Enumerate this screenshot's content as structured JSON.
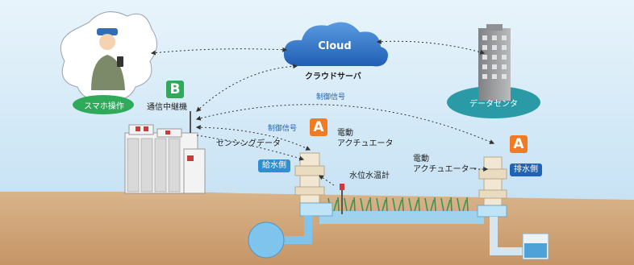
{
  "cloud": {
    "label": "Cloud",
    "caption": "クラウドサーバ"
  },
  "smartphone": {
    "label": "スマホ操作"
  },
  "datacenter": {
    "label": "データセンタ"
  },
  "repeater": {
    "badge": "B",
    "label": "通信中継機"
  },
  "supply_side": {
    "badge": "A",
    "actuator_label_1": "電動",
    "actuator_label_2": "アクチュエータ",
    "tag": "給水側"
  },
  "drain_side": {
    "badge": "A",
    "actuator_label_1": "電動",
    "actuator_label_2": "アクチュエーター",
    "tag": "排水側"
  },
  "signals": {
    "control_signal_top": "制御信号",
    "control_signal_mid": "制御信号",
    "sensing_data": "センシングデータ"
  },
  "sensor": {
    "label": "水位水温計"
  },
  "colors": {
    "sky": "#cfe6f6",
    "ground": "#cfa77a",
    "cloud_blue": "#2e6fc4",
    "green": "#2eaa5a",
    "teal": "#2a9aa6",
    "orange": "#f07b22",
    "pipe_blue": "#7ec4ec"
  }
}
